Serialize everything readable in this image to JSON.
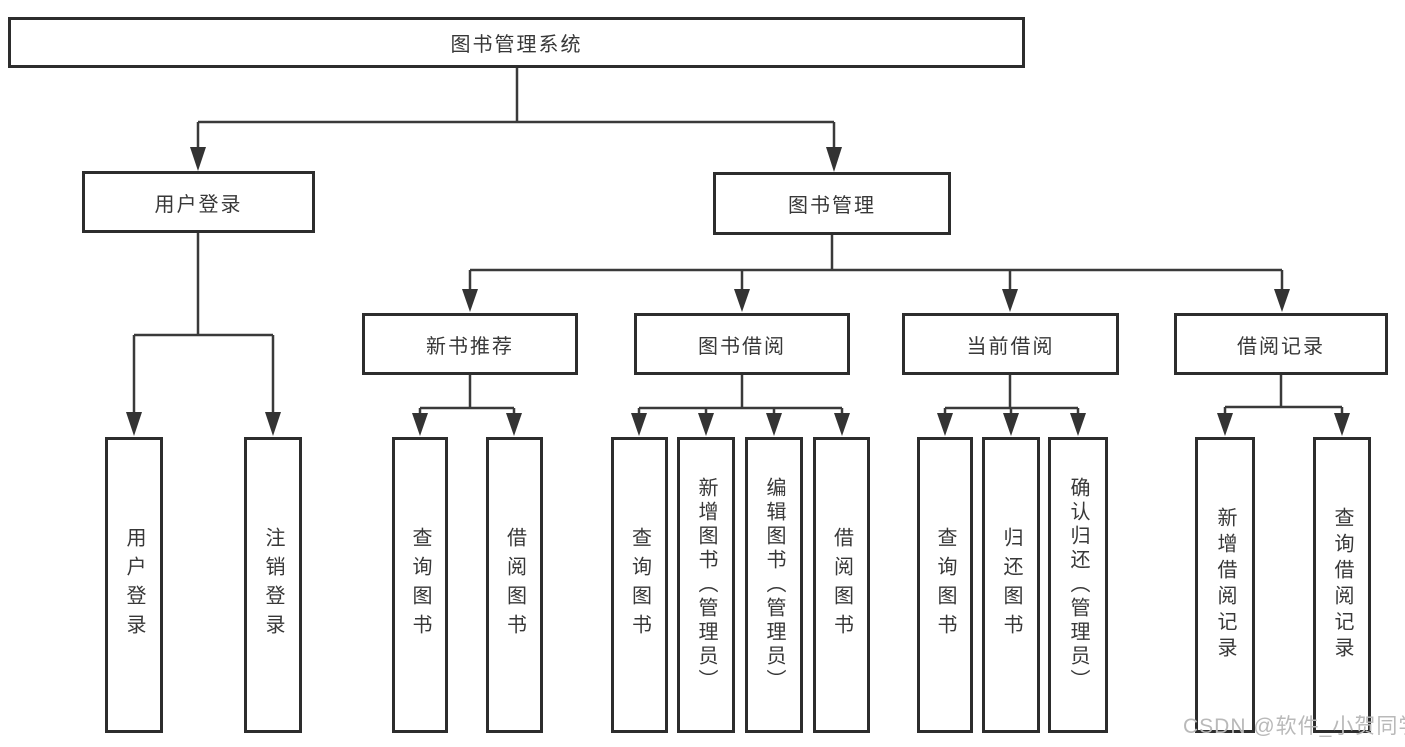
{
  "colors": {
    "line": "#3a3a3a",
    "box_border": "#2d2d2d",
    "text": "#383838",
    "watermark": "#b9b9b9",
    "background": "#ffffff"
  },
  "diagram": {
    "root": {
      "label": "图书管理系统"
    },
    "branches": [
      {
        "label": "用户登录",
        "children": [
          {
            "label": "用户登录"
          },
          {
            "label": "注销登录"
          }
        ]
      },
      {
        "label": "图书管理",
        "children": [
          {
            "label": "新书推荐",
            "children": [
              {
                "label": "查询图书"
              },
              {
                "label": "借阅图书"
              }
            ]
          },
          {
            "label": "图书借阅",
            "children": [
              {
                "label": "查询图书"
              },
              {
                "label": "新增图书（管理员）"
              },
              {
                "label": "编辑图书（管理员）"
              },
              {
                "label": "借阅图书"
              }
            ]
          },
          {
            "label": "当前借阅",
            "children": [
              {
                "label": "查询图书"
              },
              {
                "label": "归还图书"
              },
              {
                "label": "确认归还（管理员）"
              }
            ]
          },
          {
            "label": "借阅记录",
            "children": [
              {
                "label": "新增借阅记录"
              },
              {
                "label": "查询借阅记录"
              }
            ]
          }
        ]
      }
    ]
  },
  "watermark": {
    "text": "CSDN @软件_小贺同学"
  }
}
